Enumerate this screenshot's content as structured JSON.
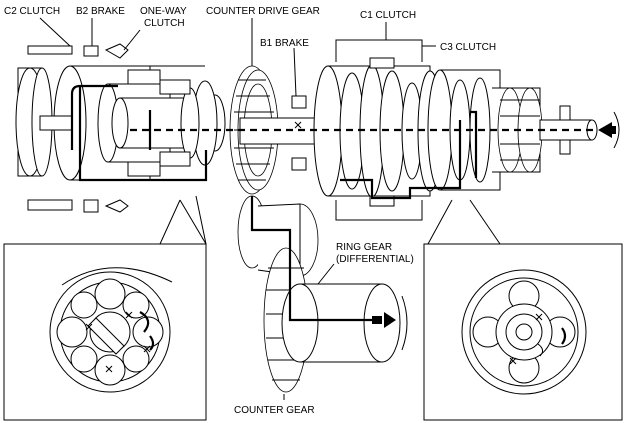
{
  "labels": {
    "c2_clutch": "C2 CLUTCH",
    "b2_brake": "B2 BRAKE",
    "one_way_clutch_line1": "ONE-WAY",
    "one_way_clutch_line2": "CLUTCH",
    "counter_drive_gear": "COUNTER DRIVE GEAR",
    "c1_clutch": "C1 CLUTCH",
    "b1_brake": "B1  BRAKE",
    "c3_clutch": "C3 CLUTCH",
    "ring_gear_line1": "RING GEAR",
    "ring_gear_line2": "(DIFFERENTIAL)",
    "counter_gear": "COUNTER GEAR"
  },
  "colors": {
    "stroke": "#000000",
    "background": "#ffffff"
  },
  "icons": {
    "input_arrow": "arrow-left-icon",
    "output_arrow": "arrow-right-icon",
    "locked_marker": "x-mark-icon",
    "rotation_arrow": "curved-arrow-icon"
  }
}
